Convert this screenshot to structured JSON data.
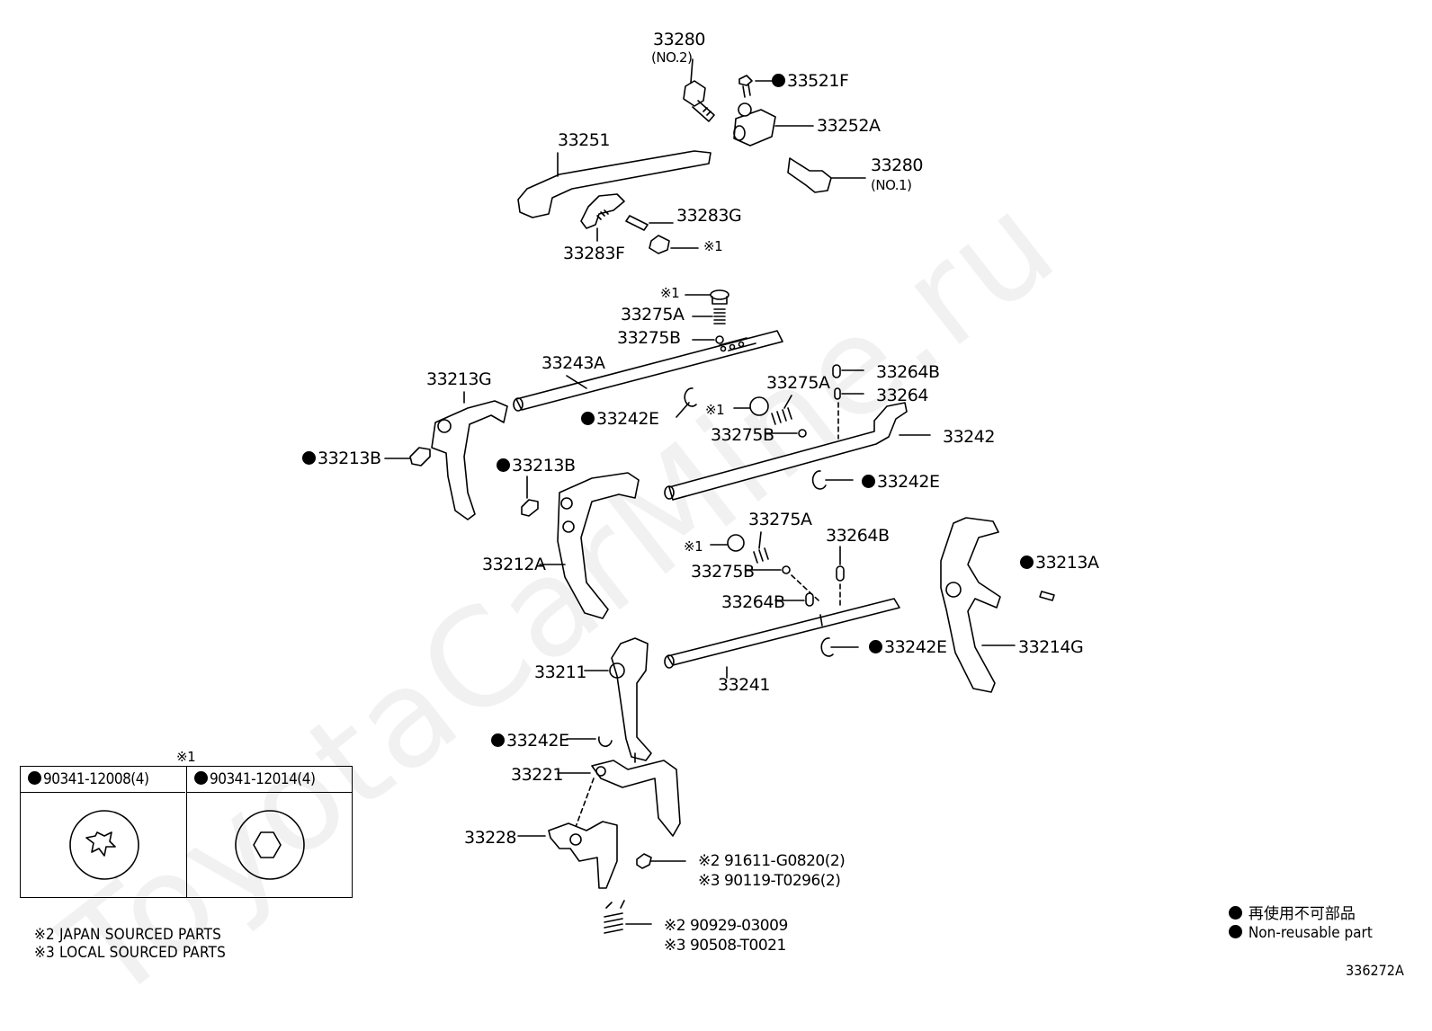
{
  "watermark": "ToyotaCarMine.ru",
  "diagram_code": "336272A",
  "labels": {
    "p33280_no2": "33280",
    "p33280_no2_sub": "(NO.2)",
    "p33521F": "33521F",
    "p33252A": "33252A",
    "p33280_no1": "33280",
    "p33280_no1_sub": "(NO.1)",
    "p33251": "33251",
    "p33283G": "33283G",
    "p33283F": "33283F",
    "p_ref1_a": "※1",
    "p_ref1_b": "※1",
    "p33275A_a": "33275A",
    "p33275B_a": "33275B",
    "p33243A": "33243A",
    "p33213G": "33213G",
    "p33242E_a": "33242E",
    "p33264B_a": "33264B",
    "p33264": "33264",
    "p33275A_b": "33275A",
    "p_ref1_c": "※1",
    "p33275B_b": "33275B",
    "p33242": "33242",
    "p33213B_a": "33213B",
    "p33213B_b": "33213B",
    "p33242E_b": "33242E",
    "p33212A": "33212A",
    "p33275A_c": "33275A",
    "p33264B_b": "33264B",
    "p_ref1_d": "※1",
    "p33275B_c": "33275B",
    "p33264B_c": "33264B",
    "p33213A": "33213A",
    "p33211": "33211",
    "p33242E_c": "33242E",
    "p33214G": "33214G",
    "p33241": "33241",
    "p33242E_d": "33242E",
    "p33221": "33221",
    "p33228": "33228",
    "p91611": "※2  91611-G0820(2)",
    "p90119": "※3  90119-T0296(2)",
    "p90929": "※2 90929-03009",
    "p90508": "※3 90508-T0021"
  },
  "legend_table": {
    "marker": "※1",
    "left_header": "90341-12008(4)",
    "right_header": "90341-12014(4)"
  },
  "notes": {
    "japan": "※2 JAPAN SOURCED PARTS",
    "local": "※3 LOCAL SOURCED PARTS"
  },
  "key": {
    "jp": "再使用不可部品",
    "en": "Non-reusable part"
  }
}
